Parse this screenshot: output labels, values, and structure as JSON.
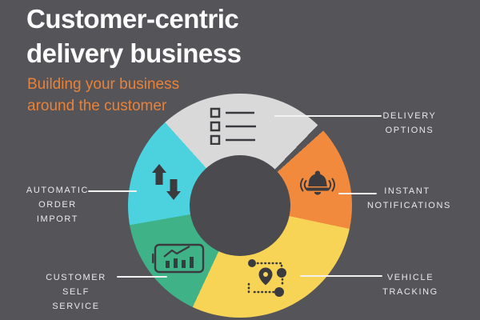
{
  "header": {
    "title_lines": [
      "Customer-centric",
      "delivery business"
    ],
    "subtitle_lines": [
      "Building your business",
      "around the customer"
    ]
  },
  "colors": {
    "background": "#555459",
    "hole": "#4b4a4e",
    "title": "#fcfcfc",
    "subtitle": "#e98239",
    "label": "#e9e9e9",
    "leader": "#f2f2f2",
    "icon": "#3b3b3f"
  },
  "chart": {
    "type": "donut",
    "start_from_deg": 318,
    "segments": [
      {
        "id": "delivery-options",
        "label_lines": [
          "DELIVERY",
          "OPTIONS"
        ],
        "color": "#d9d9d9",
        "icon": "checklist-icon",
        "sweep_deg": 86,
        "gap_after_deg": 4
      },
      {
        "id": "instant-notifications",
        "label_lines": [
          "INSTANT",
          "NOTIFICATIONS"
        ],
        "color": "#f28a3e",
        "icon": "bell-notification-icon",
        "sweep_deg": 54,
        "gap_after_deg": 0
      },
      {
        "id": "vehicle-tracking",
        "label_lines": [
          "VEHICLE",
          "TRACKING"
        ],
        "color": "#f8d456",
        "icon": "route-pin-icon",
        "sweep_deg": 103,
        "gap_after_deg": 0
      },
      {
        "id": "customer-self-service",
        "label_lines": [
          "CUSTOMER SELF",
          "SERVICE"
        ],
        "color": "#40b287",
        "icon": "analytics-screen-icon",
        "sweep_deg": 55,
        "gap_after_deg": 0
      },
      {
        "id": "automatic-order-import",
        "label_lines": [
          "AUTOMATIC",
          "ORDER IMPORT"
        ],
        "color": "#4cd2de",
        "icon": "up-down-arrows-icon",
        "sweep_deg": 58,
        "gap_after_deg": 0
      }
    ]
  }
}
